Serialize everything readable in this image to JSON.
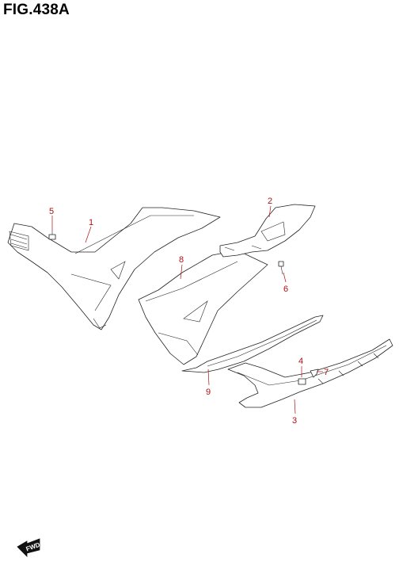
{
  "figure": {
    "title": "FIG.438A"
  },
  "callouts": [
    {
      "id": "1",
      "label": "1"
    },
    {
      "id": "2",
      "label": "2"
    },
    {
      "id": "3",
      "label": "3"
    },
    {
      "id": "4",
      "label": "4"
    },
    {
      "id": "5",
      "label": "5"
    },
    {
      "id": "6",
      "label": "6"
    },
    {
      "id": "7",
      "label": "7"
    },
    {
      "id": "8",
      "label": "8"
    },
    {
      "id": "9",
      "label": "9"
    }
  ],
  "direction_badge": {
    "label": "FWD"
  },
  "colors": {
    "callout": "#b01010",
    "line": "#222222",
    "background": "#ffffff"
  }
}
